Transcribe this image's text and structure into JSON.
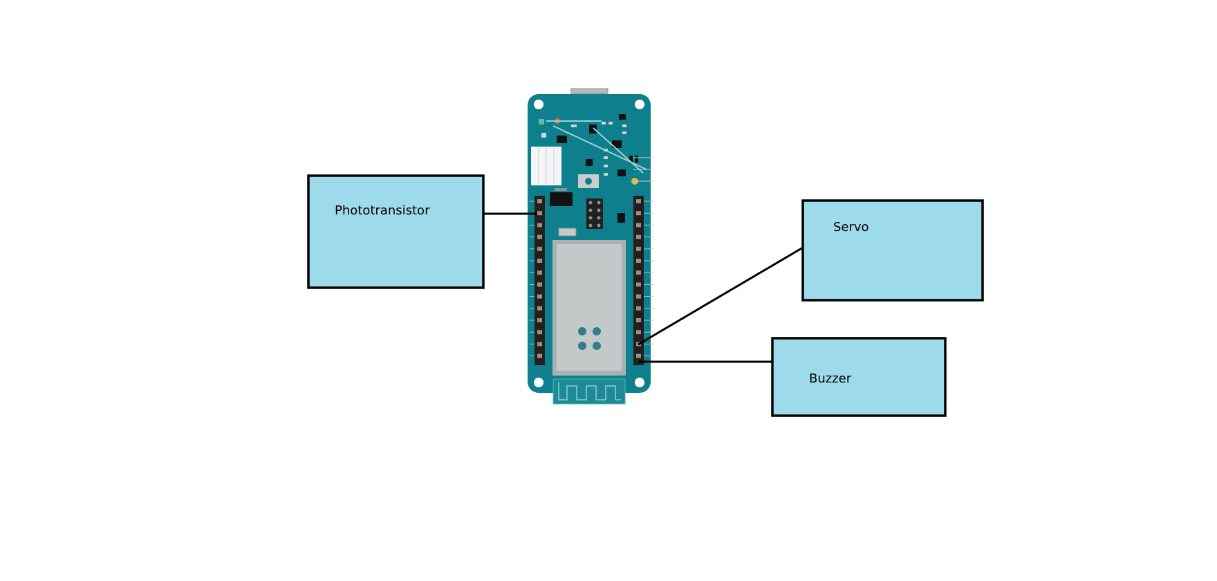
{
  "diagram": {
    "components": [
      {
        "id": "phototransistor",
        "label": "Phototransistor"
      },
      {
        "id": "servo",
        "label": "Servo"
      },
      {
        "id": "buzzer",
        "label": "Buzzer"
      }
    ],
    "board": {
      "name": "arduino-mkr-board"
    },
    "colors": {
      "box_fill": "#9ddbea",
      "box_stroke": "#000000",
      "board": "#0e7f8c",
      "module": "#c3c8c9",
      "header": "#231f20"
    }
  }
}
